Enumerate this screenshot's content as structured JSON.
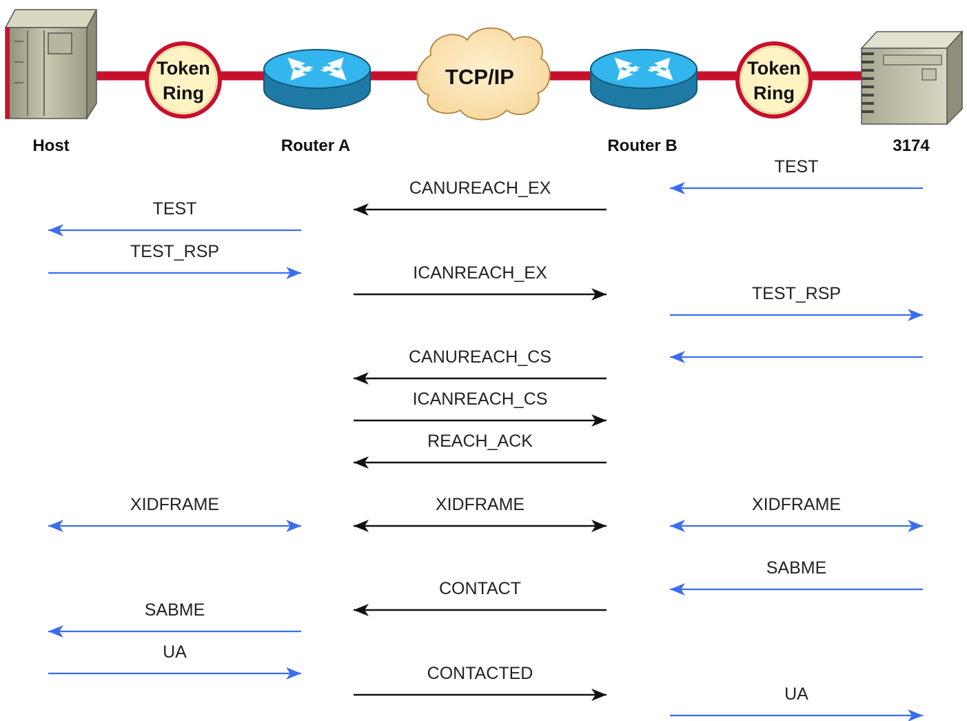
{
  "colors": {
    "link": "#c8102e",
    "lan_arrow": "#3a6df0",
    "wan_arrow": "#111111",
    "router_top": "#33b5ee",
    "router_side": "#1f7aa6",
    "cloud": "#fbe1b0",
    "ring_fill": "#fff3c4"
  },
  "nodes": {
    "host": {
      "label": "Host",
      "icon": "mainframe-icon"
    },
    "router_a": {
      "label": "Router A",
      "icon": "router-icon"
    },
    "wan": {
      "label": "TCP/IP",
      "icon": "cloud-icon"
    },
    "router_b": {
      "label": "Router B",
      "icon": "router-icon"
    },
    "controller": {
      "label": "3174",
      "icon": "cluster-controller-icon"
    }
  },
  "rings": {
    "left": {
      "line1": "Token",
      "line2": "Ring"
    },
    "right": {
      "line1": "Token",
      "line2": "Ring"
    }
  },
  "messages": [
    {
      "segment": "right",
      "label": "TEST",
      "direction": "left"
    },
    {
      "segment": "middle",
      "label": "CANUREACH_EX",
      "direction": "left"
    },
    {
      "segment": "left",
      "label": "TEST",
      "direction": "left"
    },
    {
      "segment": "left",
      "label": "TEST_RSP",
      "direction": "right"
    },
    {
      "segment": "middle",
      "label": "ICANREACH_EX",
      "direction": "right"
    },
    {
      "segment": "right",
      "label": "TEST_RSP",
      "direction": "right"
    },
    {
      "segment": "right",
      "label": "",
      "direction": "left"
    },
    {
      "segment": "middle",
      "label": "CANUREACH_CS",
      "direction": "left"
    },
    {
      "segment": "middle",
      "label": "ICANREACH_CS",
      "direction": "right"
    },
    {
      "segment": "middle",
      "label": "REACH_ACK",
      "direction": "left"
    },
    {
      "segment": "left",
      "label": "XIDFRAME",
      "direction": "both"
    },
    {
      "segment": "middle",
      "label": "XIDFRAME",
      "direction": "both"
    },
    {
      "segment": "right",
      "label": "XIDFRAME",
      "direction": "both"
    },
    {
      "segment": "right",
      "label": "SABME",
      "direction": "left"
    },
    {
      "segment": "middle",
      "label": "CONTACT",
      "direction": "left"
    },
    {
      "segment": "left",
      "label": "SABME",
      "direction": "left"
    },
    {
      "segment": "left",
      "label": "UA",
      "direction": "right"
    },
    {
      "segment": "middle",
      "label": "CONTACTED",
      "direction": "right"
    },
    {
      "segment": "right",
      "label": "UA",
      "direction": "right"
    }
  ]
}
